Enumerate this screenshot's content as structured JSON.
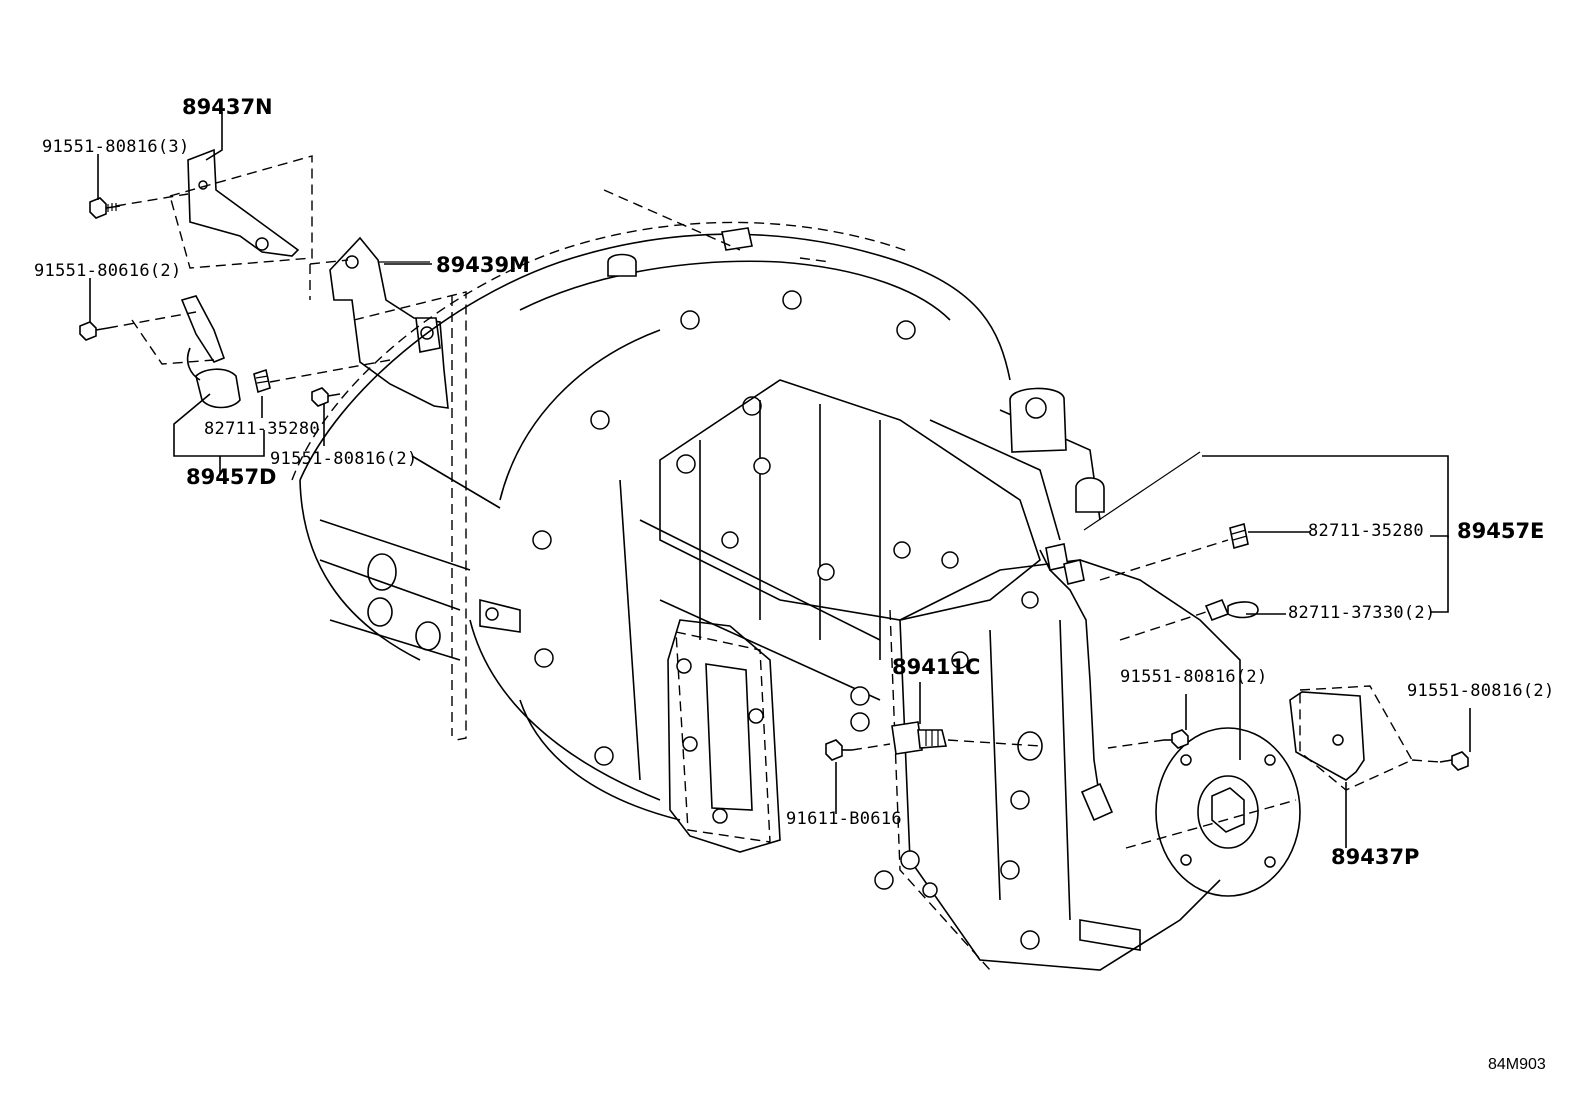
{
  "labels": {
    "p89437N": "89437N",
    "p91551_80816_3": "91551-80816(3)",
    "p91551_80616_2": "91551-80616(2)",
    "p89439M": "89439M",
    "p82711_35280_left": "82711-35280",
    "p91551_80816_2_left": "91551-80816(2)",
    "p89457D": "89457D",
    "p82711_35280_right": "82711-35280",
    "p89457E": "89457E",
    "p82711_37330_2": "82711-37330(2)",
    "p89411C": "89411C",
    "p91551_80816_2_mid": "91551-80816(2)",
    "p91551_80816_2_right": "91551-80816(2)",
    "p91611_B0616": "91611-B0616",
    "p89437P": "89437P"
  },
  "reference_code": "84M903"
}
